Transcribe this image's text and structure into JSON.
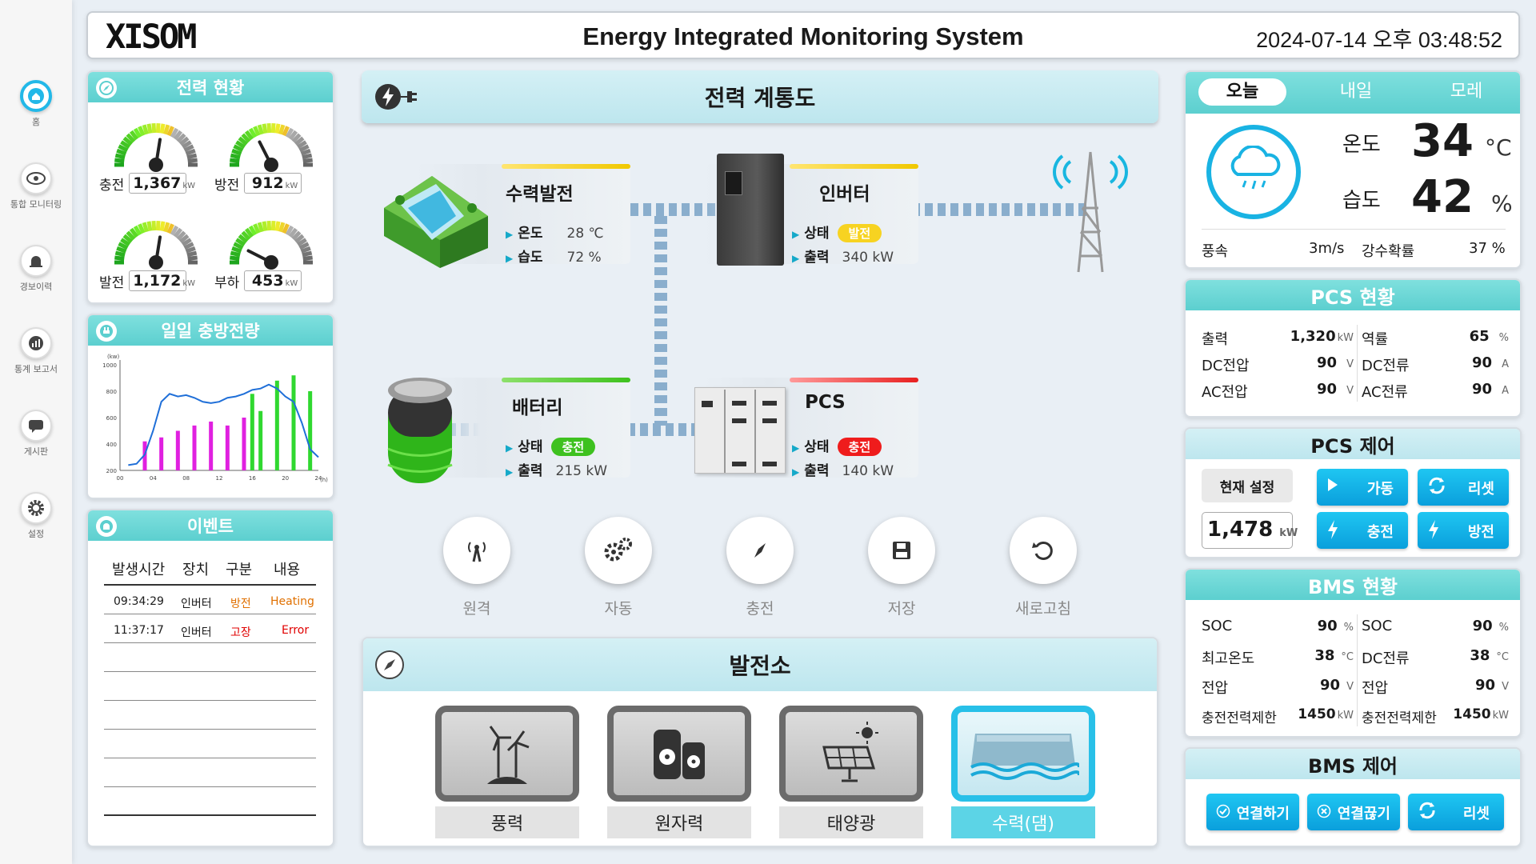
{
  "header": {
    "logo": "XISOM",
    "title": "Energy Integrated Monitoring System",
    "datetime": "2024-07-14  오후 03:48:52"
  },
  "sidebar": {
    "items": [
      {
        "label": "홈",
        "icon": "home-icon"
      },
      {
        "label": "통합 모니터링",
        "icon": "eye-icon"
      },
      {
        "label": "경보이력",
        "icon": "alarm-icon"
      },
      {
        "label": "통계 보고서",
        "icon": "chart-icon"
      },
      {
        "label": "게시판",
        "icon": "board-icon"
      },
      {
        "label": "설정",
        "icon": "gear-icon"
      }
    ]
  },
  "power_status": {
    "title": "전력 현황",
    "gauges": [
      {
        "label": "충전",
        "value": "1,367",
        "unit": "kW",
        "level": 0.55
      },
      {
        "label": "방전",
        "value": "912",
        "unit": "kW",
        "level": 0.35
      },
      {
        "label": "발전",
        "value": "1,172",
        "unit": "kW",
        "level": 0.55
      },
      {
        "label": "부하",
        "value": "453",
        "unit": "kW",
        "level": 0.15
      }
    ]
  },
  "daily_chart": {
    "title": "일일 충방전량"
  },
  "chart_data": {
    "type": "bar",
    "ylabel": "(kw)",
    "xlabel": "(h)",
    "ylim": [
      200,
      1000
    ],
    "yticks": [
      "1000",
      "800",
      "600",
      "400",
      "200"
    ],
    "xticks": [
      "00",
      "04",
      "08",
      "12",
      "16",
      "20",
      "24"
    ],
    "series": [
      {
        "name": "",
        "color": "#e020e0",
        "x": [
          3,
          5,
          7,
          9,
          11,
          13,
          15
        ],
        "values": [
          420,
          450,
          500,
          540,
          570,
          540,
          600
        ]
      },
      {
        "name": "",
        "color": "#30d830",
        "x": [
          16,
          17,
          19,
          21,
          23
        ],
        "values": [
          780,
          650,
          880,
          920,
          800
        ]
      },
      {
        "name": "",
        "color": "#1f6fd8",
        "type": "line",
        "x": [
          1,
          2,
          3,
          4,
          5,
          6,
          7,
          8,
          9,
          10,
          11,
          12,
          13,
          14,
          15,
          16,
          17,
          18,
          19,
          20,
          21,
          22,
          23,
          24
        ],
        "values": [
          240,
          250,
          320,
          500,
          720,
          780,
          760,
          770,
          750,
          720,
          710,
          720,
          750,
          760,
          780,
          810,
          820,
          850,
          820,
          760,
          720,
          560,
          360,
          300
        ]
      }
    ]
  },
  "events": {
    "title": "이벤트",
    "columns": [
      "발생시간",
      "장치",
      "구분",
      "내용"
    ],
    "rows": [
      {
        "time": "09:34:29",
        "device": "인버터",
        "type": "방전",
        "content": "Heating",
        "color": "#e07000"
      },
      {
        "time": "11:37:17",
        "device": "인버터",
        "type": "고장",
        "content": "Error",
        "color": "#e00000"
      }
    ]
  },
  "power_diagram": {
    "title": "전력 계통도",
    "hydro": {
      "title": "수력발전",
      "k1": "온도",
      "v1": "28 ℃",
      "k2": "습도",
      "v2": "72 %"
    },
    "inverter": {
      "title": "인버터",
      "k1": "상태",
      "v1": "발전",
      "k2": "출력",
      "v2": "340 kW"
    },
    "battery": {
      "title": "배터리",
      "k1": "상태",
      "v1": "충전",
      "k2": "출력",
      "v2": "215 kW"
    },
    "pcs": {
      "title": "PCS",
      "k1": "상태",
      "v1": "충전",
      "k2": "출력",
      "v2": "140 kW"
    }
  },
  "controls": [
    {
      "label": "원격",
      "icon": "antenna-icon"
    },
    {
      "label": "자동",
      "icon": "gears-icon"
    },
    {
      "label": "충전",
      "icon": "compass-icon"
    },
    {
      "label": "저장",
      "icon": "save-icon"
    },
    {
      "label": "새로고침",
      "icon": "refresh-icon"
    }
  ],
  "plants": {
    "title": "발전소",
    "items": [
      {
        "label": "풍력",
        "icon": "wind-turbine-icon"
      },
      {
        "label": "원자력",
        "icon": "nuclear-icon"
      },
      {
        "label": "태양광",
        "icon": "solar-panel-icon"
      },
      {
        "label": "수력(댐)",
        "icon": "dam-icon"
      }
    ]
  },
  "weather": {
    "tabs": [
      "오늘",
      "내일",
      "모레"
    ],
    "temp_label": "온도",
    "temp": "34",
    "temp_unit": "°C",
    "hum_label": "습도",
    "hum": "42",
    "hum_unit": "%",
    "wind_label": "풍속",
    "wind": "3m/s",
    "rain_label": "강수확률",
    "rain": "37 %"
  },
  "pcs_status": {
    "title": "PCS 현황",
    "left": [
      {
        "k": "출력",
        "v": "1,320",
        "u": "kW"
      },
      {
        "k": "DC전압",
        "v": "90",
        "u": "V"
      },
      {
        "k": "AC전압",
        "v": "90",
        "u": "V"
      }
    ],
    "right": [
      {
        "k": "역률",
        "v": "65",
        "u": "%"
      },
      {
        "k": "DC전류",
        "v": "90",
        "u": "A"
      },
      {
        "k": "AC전류",
        "v": "90",
        "u": "A"
      }
    ]
  },
  "pcs_control": {
    "title": "PCS 제어",
    "setting_label": "현재 설정",
    "setting_value": "1,478",
    "setting_unit": "kW",
    "buttons": [
      "가동",
      "리셋",
      "충전",
      "방전"
    ]
  },
  "bms_status": {
    "title": "BMS 현황",
    "left": [
      {
        "k": "SOC",
        "v": "90",
        "u": "%"
      },
      {
        "k": "최고온도",
        "v": "38",
        "u": "°C"
      },
      {
        "k": "전압",
        "v": "90",
        "u": "V"
      },
      {
        "k": "충전전력제한",
        "v": "1450",
        "u": "kW"
      }
    ],
    "right": [
      {
        "k": "SOC",
        "v": "90",
        "u": "%"
      },
      {
        "k": "DC전류",
        "v": "38",
        "u": "°C"
      },
      {
        "k": "전압",
        "v": "90",
        "u": "V"
      },
      {
        "k": "충전전력제한",
        "v": "1450",
        "u": "kW"
      }
    ]
  },
  "bms_control": {
    "title": "BMS 제어",
    "buttons": [
      "연결하기",
      "연결끊기",
      "리셋"
    ]
  }
}
